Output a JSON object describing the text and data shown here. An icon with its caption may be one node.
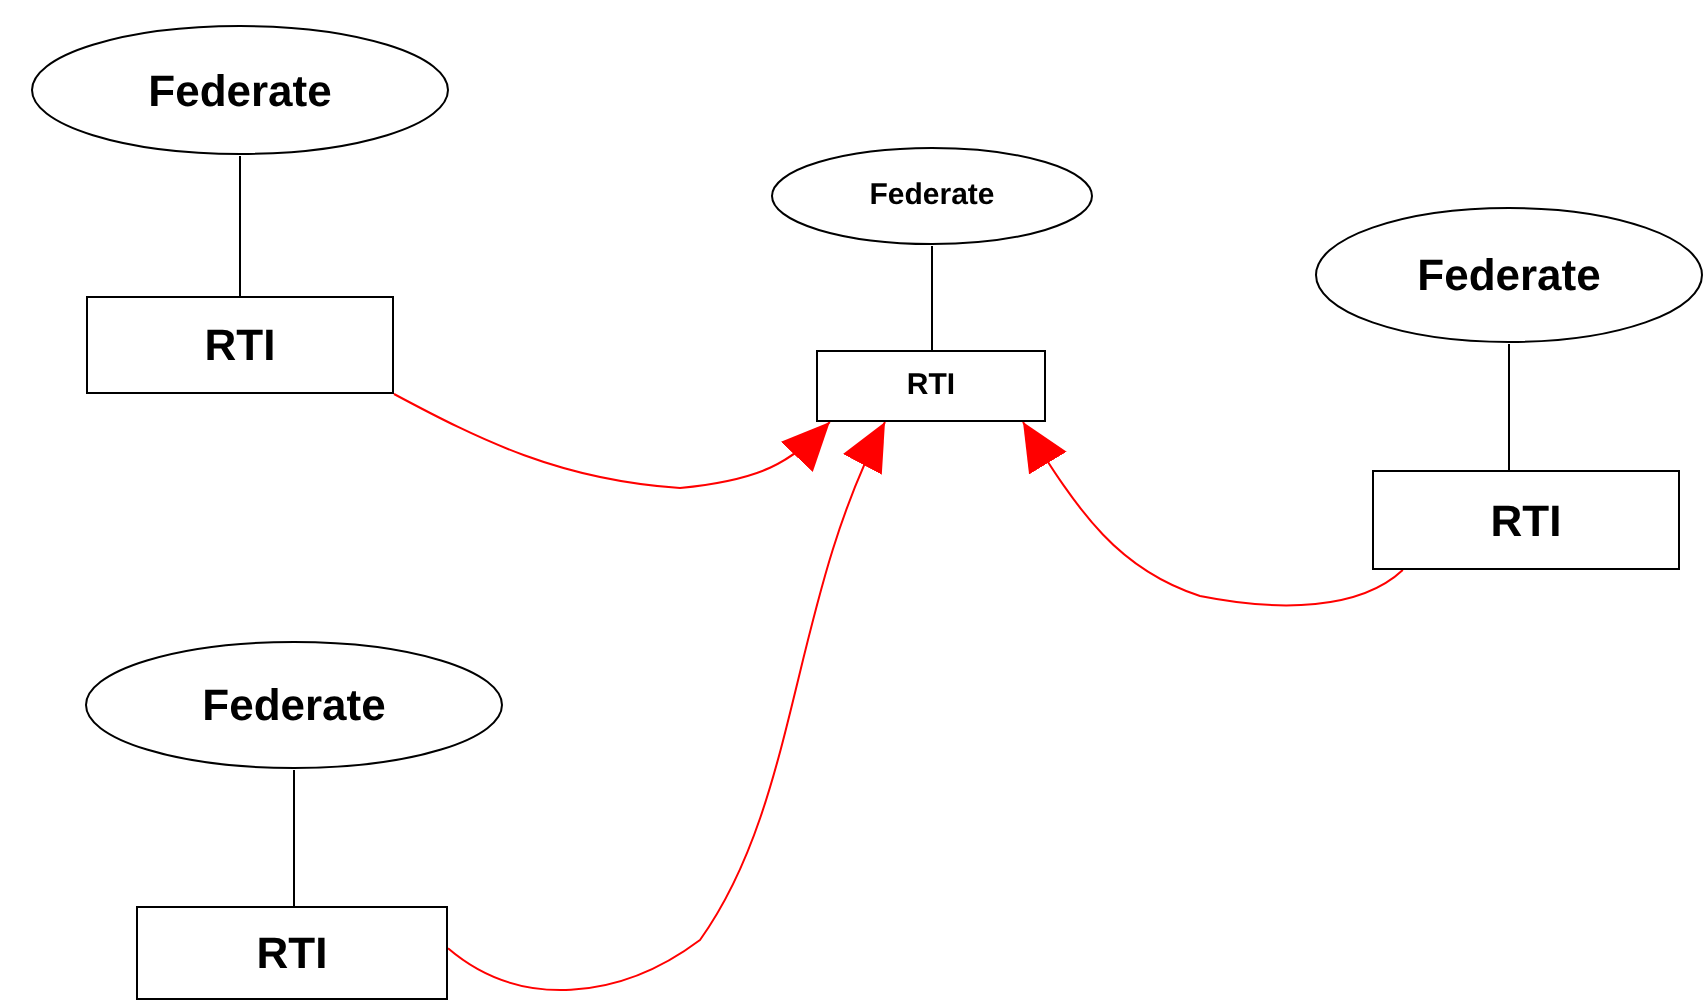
{
  "diagram": {
    "nodes": [
      {
        "text": [
          "Federate"
        ]
      },
      {
        "text": [
          "RTI"
        ]
      },
      {
        "text": [
          "Federate"
        ]
      },
      {
        "text": [
          "RTI"
        ]
      },
      {
        "text": [
          "Federate"
        ]
      },
      {
        "text": [
          "RTI"
        ]
      },
      {
        "text": [
          "Federate"
        ]
      },
      {
        "text": [
          "RTI"
        ]
      }
    ],
    "edges": [
      {
        "from": 0,
        "to": 1,
        "arrow": "none"
      },
      {
        "from": 2,
        "to": 3,
        "arrow": "none"
      },
      {
        "from": 4,
        "to": 5,
        "arrow": "none"
      },
      {
        "from": 6,
        "to": 7,
        "arrow": "none"
      },
      {
        "from": 1,
        "to": 3,
        "arrow": "to",
        "color": "#ff0000"
      },
      {
        "from": 5,
        "to": 3,
        "arrow": "to",
        "color": "#ff0000"
      },
      {
        "from": 7,
        "to": 3,
        "arrow": "to",
        "color": "#ff0000"
      }
    ]
  }
}
